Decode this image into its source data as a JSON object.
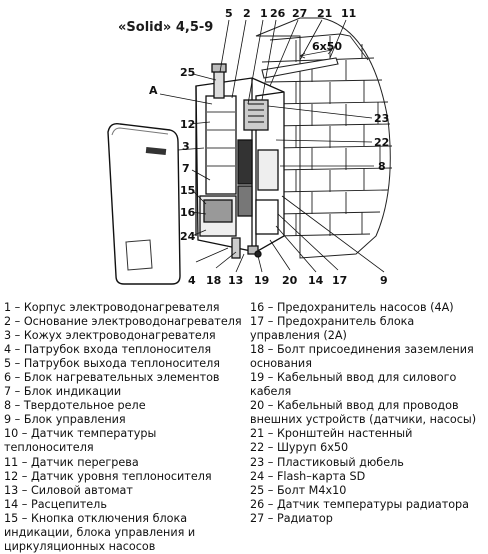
{
  "title": "«Solid» 4,5-9",
  "callouts": {
    "5": "5",
    "2": "2",
    "1": "1",
    "26": "26",
    "27": "27",
    "21": "21",
    "11": "11",
    "A": "A",
    "25": "25",
    "12": "12",
    "3": "3",
    "7": "7",
    "15": "15",
    "16": "16",
    "24": "24",
    "23": "23",
    "22": "22",
    "8": "8",
    "4": "4",
    "18": "18",
    "13": "13",
    "19": "19",
    "20": "20",
    "14": "14",
    "17": "17",
    "9": "9",
    "size": "6x50"
  },
  "legend_left": [
    "1 – Корпус электроводонагревателя",
    "2 – Основание электроводонагревателя",
    "3 – Кожух электроводонагревателя",
    "4 – Патрубок входа теплоносителя",
    "5 – Патрубок выхода теплоносителя",
    "6 – Блок нагревательных элементов",
    "7 – Блок индикации",
    "8 – Твердотельное реле",
    "9 – Блок управления",
    "10 – Датчик температуры",
    "теплоносителя",
    "11 – Датчик перегрева",
    "12 – Датчик уровня теплоносителя",
    "13 – Силовой автомат",
    "14 – Расцепитель",
    "15 – Кнопка отключения блока",
    "индикации, блока управления и",
    "циркуляционных насосов"
  ],
  "legend_right": [
    "16 – Предохранитель насосов (4А)",
    "17 – Предохранитель блока",
    "управления (2А)",
    "18 – Болт присоединения заземления",
    "основания",
    "19 – Кабельный ввод для силового",
    "кабеля",
    "20 – Кабельный ввод для проводов",
    "внешних устройств (датчики, насосы)",
    "21 – Кронштейн настенный",
    "22 – Шуруп 6x50",
    "23 – Пластиковый дюбель",
    "24 – Flash–карта SD",
    "25 – Болт М4x10",
    "26 – Датчик температуры радиатора",
    "27 – Радиатор"
  ]
}
